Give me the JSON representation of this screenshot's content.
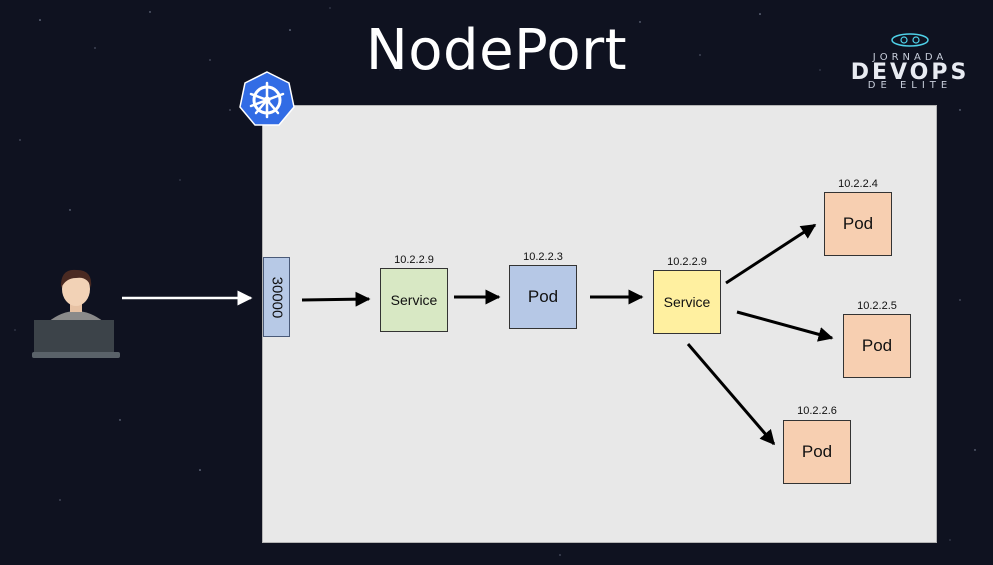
{
  "slide": {
    "title": "NodePort"
  },
  "logo": {
    "line1": "JORNADA",
    "line2": "DEVOPS",
    "line3": "DE ELITE"
  },
  "diagram": {
    "node_port": "30000",
    "first_service": {
      "ip": "10.2.2.9",
      "label": "Service"
    },
    "first_pod": {
      "ip": "10.2.2.3",
      "label": "Pod"
    },
    "second_service": {
      "ip": "10.2.2.9",
      "label": "Service"
    },
    "pods": [
      {
        "ip": "10.2.2.4",
        "label": "Pod"
      },
      {
        "ip": "10.2.2.5",
        "label": "Pod"
      },
      {
        "ip": "10.2.2.6",
        "label": "Pod"
      }
    ]
  },
  "colors": {
    "background": "#0f1220",
    "cluster": "#e8e8e8",
    "port": "#b7c9e6",
    "service_green": "#d8e8c4",
    "pod_blue": "#b6c8e6",
    "service_yellow": "#fff0a0",
    "pod_peach": "#f7cfb1",
    "kubernetes_blue": "#326ce5"
  }
}
